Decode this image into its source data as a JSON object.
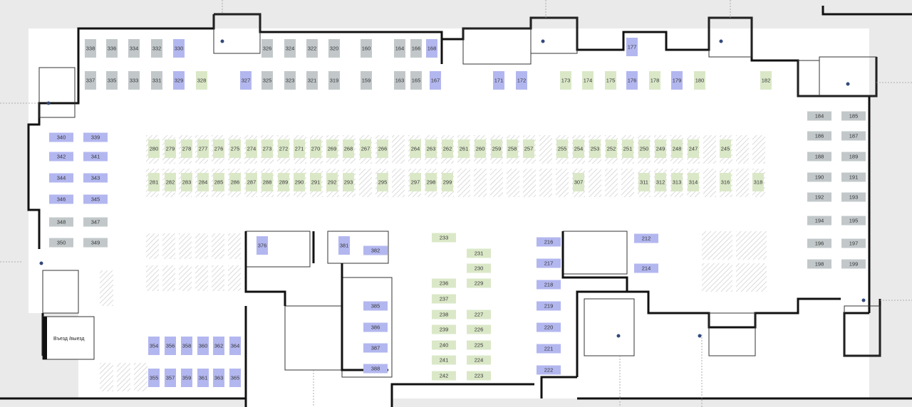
{
  "colors": {
    "background": "#eaeaea",
    "floor": "#ffffff",
    "wall": "#111111",
    "spot_blue": "#b3b7ef",
    "spot_green": "#dbe8c8",
    "spot_gray": "#c2c8ca",
    "spot_text": "#333333",
    "hatch": "#dddddd"
  },
  "legend_note": "",
  "exit_label": "Въезд /выезд",
  "spots": [
    {
      "id": "338",
      "status": "gray"
    },
    {
      "id": "336",
      "status": "gray"
    },
    {
      "id": "334",
      "status": "gray"
    },
    {
      "id": "332",
      "status": "gray"
    },
    {
      "id": "330",
      "status": "blue"
    },
    {
      "id": "326",
      "status": "gray"
    },
    {
      "id": "324",
      "status": "gray"
    },
    {
      "id": "322",
      "status": "gray"
    },
    {
      "id": "320",
      "status": "gray"
    },
    {
      "id": "160",
      "status": "gray"
    },
    {
      "id": "164",
      "status": "gray"
    },
    {
      "id": "166",
      "status": "gray"
    },
    {
      "id": "168",
      "status": "blue"
    },
    {
      "id": "177",
      "status": "blue"
    },
    {
      "id": "337",
      "status": "gray"
    },
    {
      "id": "335",
      "status": "gray"
    },
    {
      "id": "333",
      "status": "gray"
    },
    {
      "id": "331",
      "status": "gray"
    },
    {
      "id": "329",
      "status": "blue"
    },
    {
      "id": "328",
      "status": "green"
    },
    {
      "id": "327",
      "status": "blue"
    },
    {
      "id": "325",
      "status": "gray"
    },
    {
      "id": "323",
      "status": "gray"
    },
    {
      "id": "321",
      "status": "gray"
    },
    {
      "id": "319",
      "status": "gray"
    },
    {
      "id": "159",
      "status": "gray"
    },
    {
      "id": "163",
      "status": "gray"
    },
    {
      "id": "165",
      "status": "gray"
    },
    {
      "id": "167",
      "status": "blue"
    },
    {
      "id": "171",
      "status": "blue"
    },
    {
      "id": "172",
      "status": "blue"
    },
    {
      "id": "173",
      "status": "green"
    },
    {
      "id": "174",
      "status": "green"
    },
    {
      "id": "175",
      "status": "green"
    },
    {
      "id": "176",
      "status": "blue"
    },
    {
      "id": "178",
      "status": "green"
    },
    {
      "id": "179",
      "status": "blue"
    },
    {
      "id": "180",
      "status": "green"
    },
    {
      "id": "182",
      "status": "green"
    },
    {
      "id": "184",
      "status": "gray"
    },
    {
      "id": "185",
      "status": "gray"
    },
    {
      "id": "186",
      "status": "gray"
    },
    {
      "id": "187",
      "status": "gray"
    },
    {
      "id": "188",
      "status": "gray"
    },
    {
      "id": "189",
      "status": "gray"
    },
    {
      "id": "190",
      "status": "gray"
    },
    {
      "id": "191",
      "status": "gray"
    },
    {
      "id": "192",
      "status": "gray"
    },
    {
      "id": "193",
      "status": "gray"
    },
    {
      "id": "194",
      "status": "gray"
    },
    {
      "id": "195",
      "status": "gray"
    },
    {
      "id": "196",
      "status": "gray"
    },
    {
      "id": "197",
      "status": "gray"
    },
    {
      "id": "198",
      "status": "gray"
    },
    {
      "id": "199",
      "status": "gray"
    },
    {
      "id": "340",
      "status": "blue"
    },
    {
      "id": "339",
      "status": "blue"
    },
    {
      "id": "342",
      "status": "blue"
    },
    {
      "id": "341",
      "status": "blue"
    },
    {
      "id": "344",
      "status": "blue"
    },
    {
      "id": "343",
      "status": "blue"
    },
    {
      "id": "346",
      "status": "blue"
    },
    {
      "id": "345",
      "status": "blue"
    },
    {
      "id": "348",
      "status": "gray"
    },
    {
      "id": "347",
      "status": "gray"
    },
    {
      "id": "350",
      "status": "gray"
    },
    {
      "id": "349",
      "status": "gray"
    },
    {
      "id": "280",
      "status": "green"
    },
    {
      "id": "279",
      "status": "green"
    },
    {
      "id": "278",
      "status": "green"
    },
    {
      "id": "277",
      "status": "green"
    },
    {
      "id": "276",
      "status": "green"
    },
    {
      "id": "275",
      "status": "green"
    },
    {
      "id": "274",
      "status": "green"
    },
    {
      "id": "273",
      "status": "green"
    },
    {
      "id": "272",
      "status": "green"
    },
    {
      "id": "271",
      "status": "green"
    },
    {
      "id": "270",
      "status": "green"
    },
    {
      "id": "269",
      "status": "green"
    },
    {
      "id": "268",
      "status": "green"
    },
    {
      "id": "267",
      "status": "green"
    },
    {
      "id": "266",
      "status": "green"
    },
    {
      "id": "264",
      "status": "green"
    },
    {
      "id": "263",
      "status": "green"
    },
    {
      "id": "262",
      "status": "green"
    },
    {
      "id": "261",
      "status": "green"
    },
    {
      "id": "260",
      "status": "green"
    },
    {
      "id": "259",
      "status": "green"
    },
    {
      "id": "258",
      "status": "green"
    },
    {
      "id": "257",
      "status": "green"
    },
    {
      "id": "255",
      "status": "green"
    },
    {
      "id": "254",
      "status": "green"
    },
    {
      "id": "253",
      "status": "green"
    },
    {
      "id": "252",
      "status": "green"
    },
    {
      "id": "251",
      "status": "green"
    },
    {
      "id": "250",
      "status": "green"
    },
    {
      "id": "249",
      "status": "green"
    },
    {
      "id": "248",
      "status": "green"
    },
    {
      "id": "247",
      "status": "green"
    },
    {
      "id": "245",
      "status": "green"
    },
    {
      "id": "281",
      "status": "green"
    },
    {
      "id": "282",
      "status": "green"
    },
    {
      "id": "283",
      "status": "green"
    },
    {
      "id": "284",
      "status": "green"
    },
    {
      "id": "285",
      "status": "green"
    },
    {
      "id": "286",
      "status": "green"
    },
    {
      "id": "287",
      "status": "green"
    },
    {
      "id": "288",
      "status": "green"
    },
    {
      "id": "289",
      "status": "green"
    },
    {
      "id": "290",
      "status": "green"
    },
    {
      "id": "291",
      "status": "green"
    },
    {
      "id": "292",
      "status": "green"
    },
    {
      "id": "293",
      "status": "green"
    },
    {
      "id": "295",
      "status": "green"
    },
    {
      "id": "297",
      "status": "green"
    },
    {
      "id": "298",
      "status": "green"
    },
    {
      "id": "299",
      "status": "green"
    },
    {
      "id": "307",
      "status": "green"
    },
    {
      "id": "311",
      "status": "green"
    },
    {
      "id": "312",
      "status": "green"
    },
    {
      "id": "313",
      "status": "green"
    },
    {
      "id": "314",
      "status": "green"
    },
    {
      "id": "316",
      "status": "green"
    },
    {
      "id": "318",
      "status": "green"
    },
    {
      "id": "376",
      "status": "blue"
    },
    {
      "id": "381",
      "status": "blue"
    },
    {
      "id": "382",
      "status": "blue"
    },
    {
      "id": "233",
      "status": "green"
    },
    {
      "id": "231",
      "status": "green"
    },
    {
      "id": "230",
      "status": "green"
    },
    {
      "id": "236",
      "status": "green"
    },
    {
      "id": "229",
      "status": "green"
    },
    {
      "id": "237",
      "status": "green"
    },
    {
      "id": "238",
      "status": "green"
    },
    {
      "id": "227",
      "status": "green"
    },
    {
      "id": "239",
      "status": "green"
    },
    {
      "id": "226",
      "status": "green"
    },
    {
      "id": "240",
      "status": "green"
    },
    {
      "id": "225",
      "status": "green"
    },
    {
      "id": "241",
      "status": "green"
    },
    {
      "id": "224",
      "status": "green"
    },
    {
      "id": "242",
      "status": "green"
    },
    {
      "id": "223",
      "status": "green"
    },
    {
      "id": "216",
      "status": "blue"
    },
    {
      "id": "217",
      "status": "blue"
    },
    {
      "id": "218",
      "status": "blue"
    },
    {
      "id": "219",
      "status": "blue"
    },
    {
      "id": "220",
      "status": "blue"
    },
    {
      "id": "221",
      "status": "blue"
    },
    {
      "id": "222",
      "status": "blue"
    },
    {
      "id": "212",
      "status": "blue"
    },
    {
      "id": "214",
      "status": "blue"
    },
    {
      "id": "385",
      "status": "blue"
    },
    {
      "id": "386",
      "status": "blue"
    },
    {
      "id": "387",
      "status": "blue"
    },
    {
      "id": "388",
      "status": "blue"
    },
    {
      "id": "354",
      "status": "blue"
    },
    {
      "id": "356",
      "status": "blue"
    },
    {
      "id": "358",
      "status": "blue"
    },
    {
      "id": "360",
      "status": "blue"
    },
    {
      "id": "362",
      "status": "blue"
    },
    {
      "id": "364",
      "status": "blue"
    },
    {
      "id": "355",
      "status": "blue"
    },
    {
      "id": "357",
      "status": "blue"
    },
    {
      "id": "359",
      "status": "blue"
    },
    {
      "id": "361",
      "status": "blue"
    },
    {
      "id": "363",
      "status": "blue"
    },
    {
      "id": "365",
      "status": "blue"
    }
  ]
}
